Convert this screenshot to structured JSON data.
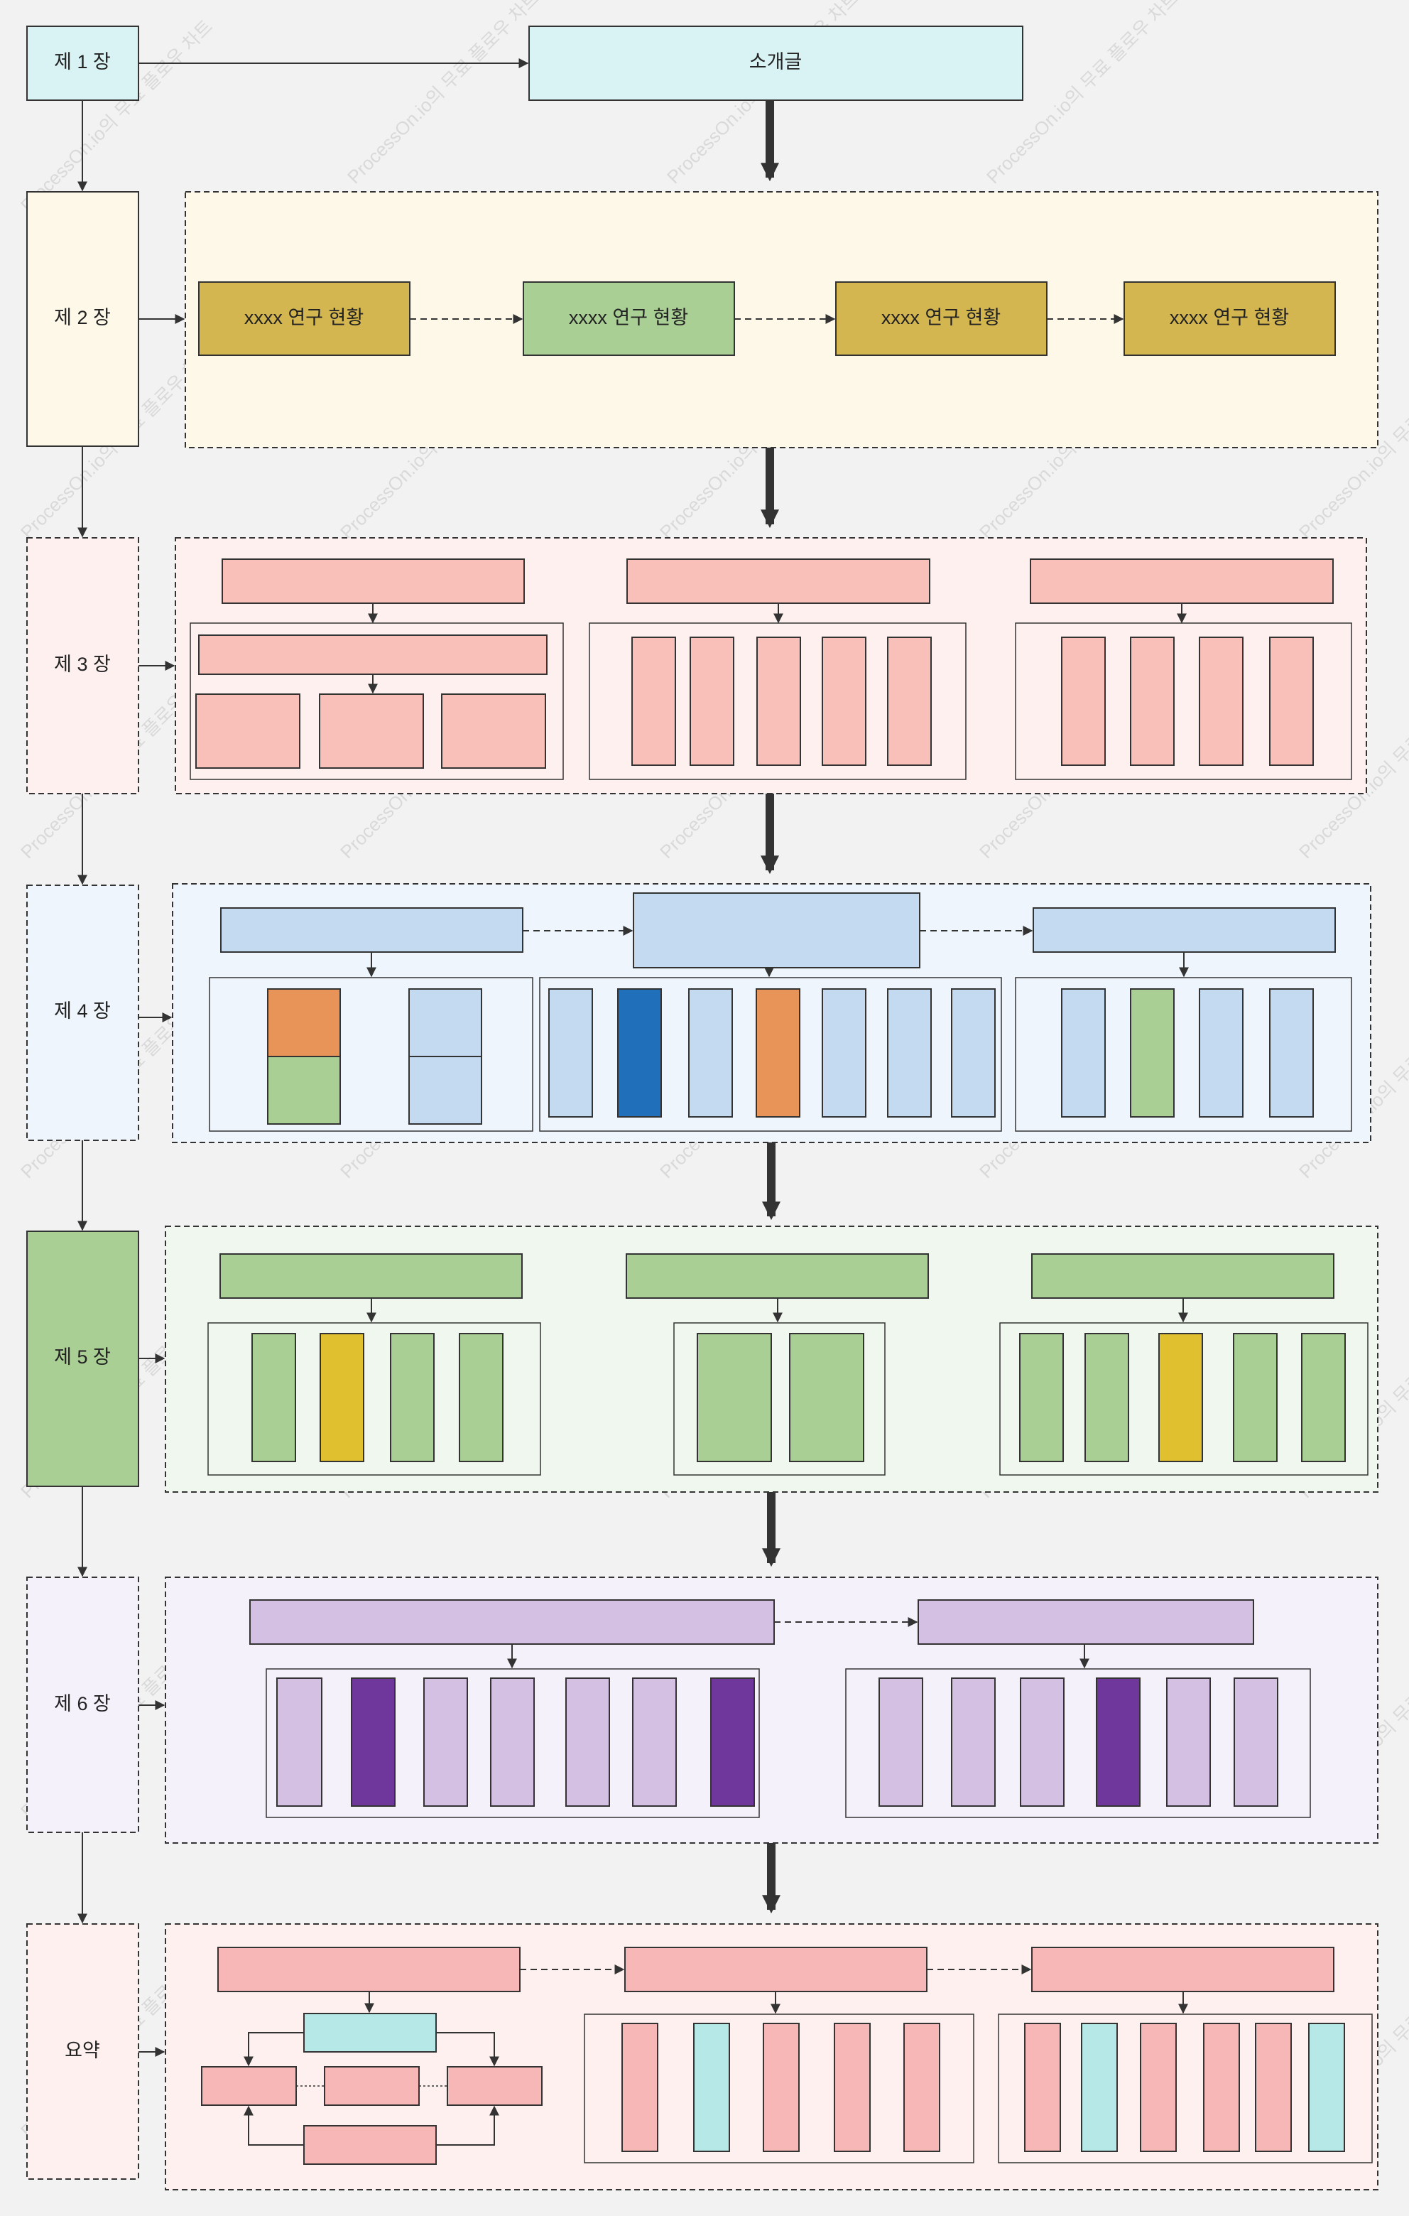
{
  "chapters": {
    "ch1": "제 1 장",
    "ch2": "제 2 장",
    "ch3": "제 3 장",
    "ch4": "제 4 장",
    "ch5": "제 5 장",
    "ch6": "제 6 장",
    "summary": "요약"
  },
  "intro": "소개글",
  "research": [
    "xxxx 연구 현황",
    "xxxx 연구 현황",
    "xxxx 연구 현황",
    "xxxx 연구 현황"
  ],
  "watermark": "ProcessOn.io의 무료 플로우 차트",
  "colors": {
    "background": "#f2f2f2",
    "cyan": "#d9f3f4",
    "yellow_panel": "#fdf8e7",
    "gold": "#d4b651",
    "green_light": "#aacf94",
    "pink_panel": "#fdf0ee",
    "pink": "#f8c0b8",
    "blue_panel": "#eef5fc",
    "blue": "#c4daf0",
    "blue_dark": "#1f6fbb",
    "orange": "#e89358",
    "green_panel": "#f0f7ee",
    "yellow": "#e0c02e",
    "purple_panel": "#f5f1fb",
    "purple": "#d4c0e3",
    "purple_dark": "#6f369b",
    "summary_pink": "#f6b7b6",
    "summary_cyan": "#b7e8e8"
  }
}
